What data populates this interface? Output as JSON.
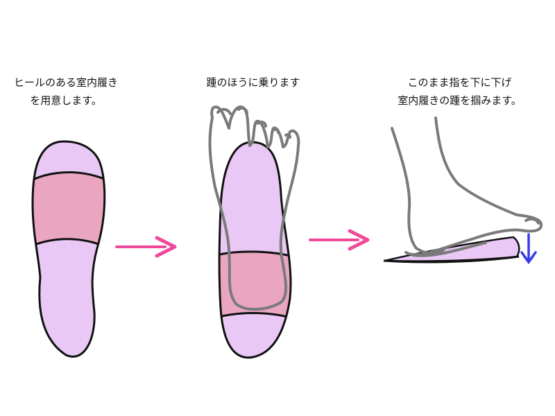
{
  "steps": [
    {
      "lines": [
        "ヒールのある室内履き",
        "を用意します。"
      ]
    },
    {
      "lines": [
        "踵のほうに乗ります"
      ]
    },
    {
      "lines": [
        "このまま指を下に下げ",
        "室内履きの踵を掴みます。"
      ]
    }
  ],
  "colors": {
    "sole": "#e9c8f5",
    "band": "#eaa6c0",
    "outline": "#111111",
    "foot_stroke": "#7a7a7a",
    "arrow": "#f0489a",
    "down_arrow": "#3a3ae8"
  }
}
